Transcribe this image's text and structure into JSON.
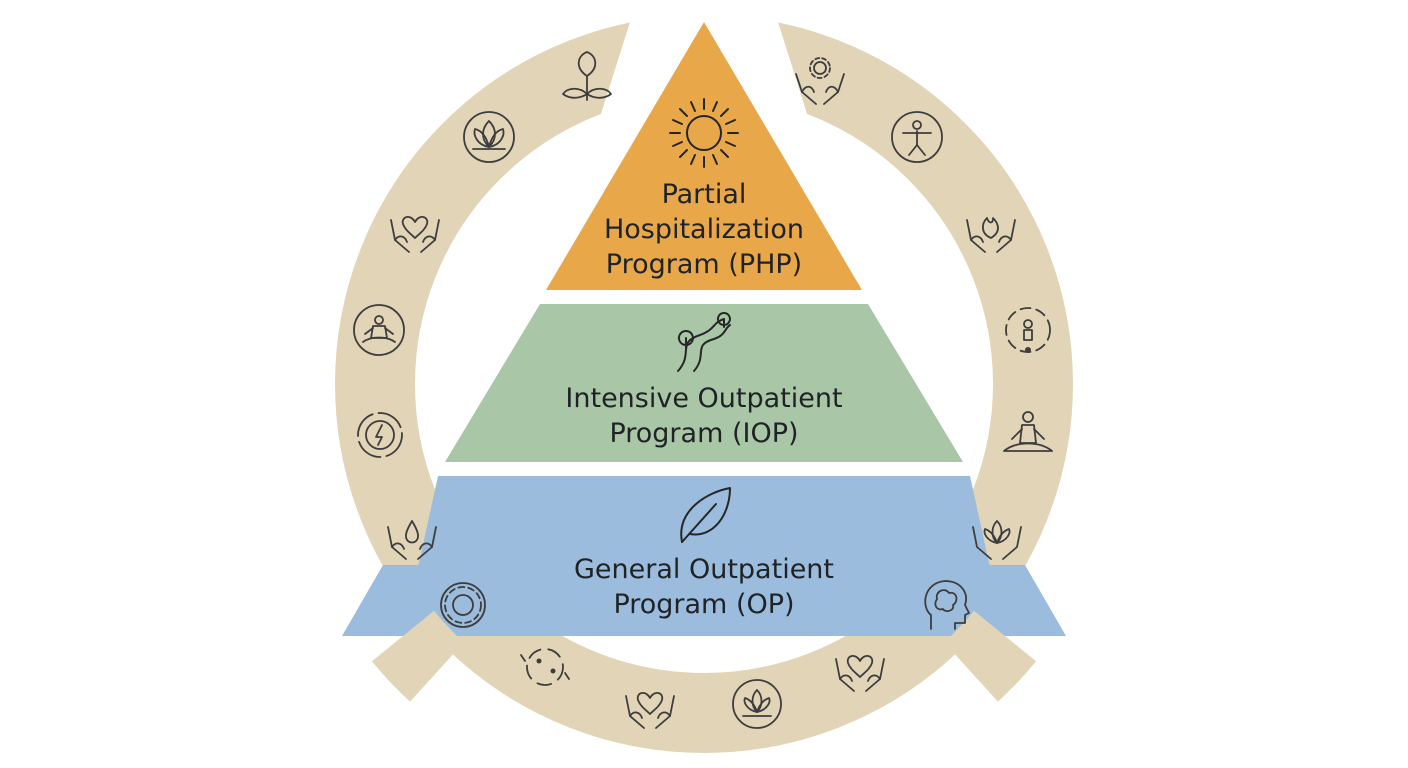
{
  "tiers": [
    {
      "id": "php",
      "line1": "Partial",
      "line2": "Hospitalization",
      "line3": "Program (PHP)",
      "color": "#e8a84a",
      "icon": "sun-icon"
    },
    {
      "id": "iop",
      "line1": "Intensive Outpatient",
      "line2": "Program (IOP)",
      "color": "#a9c6a6",
      "icon": "winding-path-icon"
    },
    {
      "id": "op",
      "line1": "General Outpatient",
      "line2": "Program (OP)",
      "color": "#9bbcdc",
      "icon": "leaf-icon"
    }
  ],
  "ring": {
    "color": "#e2d4b6",
    "icons": [
      "sprout-icon",
      "hands-gear-icon",
      "lotus-icon",
      "person-circle-icon",
      "hands-heart-icon",
      "hands-flame-icon",
      "meditation-circle-icon",
      "cycle-person-icon",
      "energy-cycle-icon",
      "meditation-icon",
      "hands-drop-icon",
      "hands-lotus-icon",
      "gear-icon",
      "head-brain-icon",
      "cycle-arrows-icon",
      "hands-heart-icon",
      "hands-heart-icon",
      "lotus-circle-icon"
    ]
  }
}
